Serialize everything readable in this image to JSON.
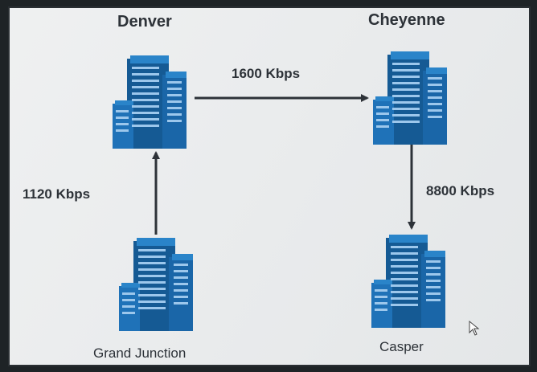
{
  "nodes": {
    "denver": {
      "label": "Denver",
      "icon": "office-building-icon"
    },
    "cheyenne": {
      "label": "Cheyenne",
      "icon": "office-building-icon"
    },
    "grand_junction": {
      "label": "Grand Junction",
      "icon": "office-building-icon"
    },
    "casper": {
      "label": "Casper",
      "icon": "office-building-icon"
    }
  },
  "links": {
    "denver_cheyenne": {
      "from": "Denver",
      "to": "Cheyenne",
      "bandwidth": "1600 Kbps"
    },
    "cheyenne_casper": {
      "from": "Cheyenne",
      "to": "Casper",
      "bandwidth": "8800 Kbps"
    },
    "grand_junction_denver": {
      "from": "Grand Junction",
      "to": "Denver",
      "bandwidth": "1120 Kbps"
    }
  },
  "colors": {
    "building_front": "#1f72b8",
    "building_side": "#155a94",
    "building_window": "#9cc7ec",
    "arrow": "#2d3238"
  },
  "cursor_icon": "mouse-pointer-icon"
}
